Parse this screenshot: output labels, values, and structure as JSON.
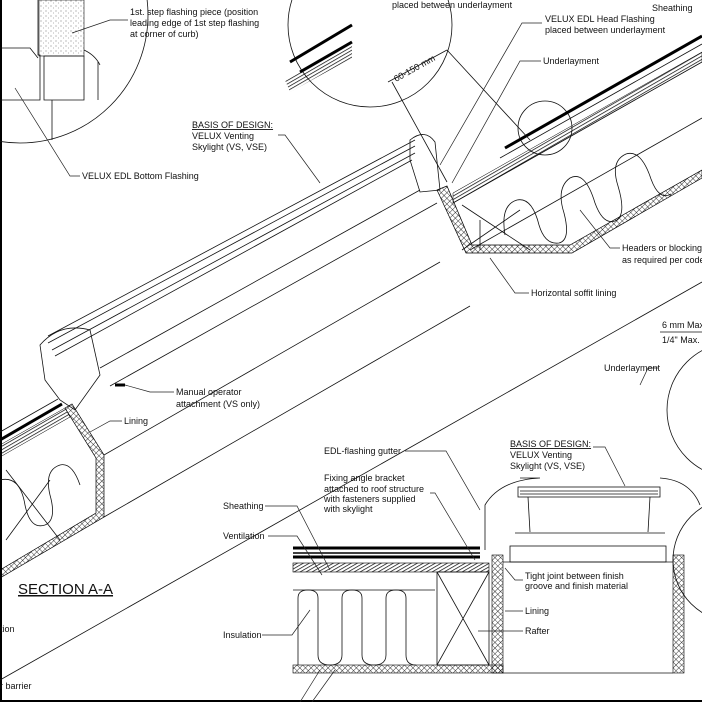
{
  "section_title": "SECTION A-A",
  "detail_top": {
    "step_flashing": [
      "1st. step flashing piece (position",
      "leading edge of 1st step flashing",
      "at corner of curb)"
    ],
    "bottom_flashing": "VELUX EDL Bottom Flashing",
    "placed_between_top": "placed between underlayment",
    "sheathing_partial": "Sheathing"
  },
  "section": {
    "basis": [
      "BASIS OF DESIGN:",
      "VELUX Venting",
      "Skylight (VS, VSE)"
    ],
    "head_flashing": [
      "VELUX EDL Head Flashing",
      "placed between underlayment"
    ],
    "dimension": "60-150 mm",
    "underlayment": "Underlayment",
    "headers": [
      "Headers or blocking",
      "as required per code"
    ],
    "soffit": "Horizontal soffit lining",
    "max_gap": [
      "6 mm Max.",
      "1/4\" Max."
    ],
    "underlayment_2": "Underlayment",
    "manual_operator": [
      "Manual operator",
      "attachment (VS only)"
    ],
    "lining": "Lining",
    "partial_left_1": "tion",
    "partial_left_2": "r barrier"
  },
  "flat_detail": {
    "gutter": "EDL-flashing gutter",
    "basis": [
      "BASIS OF DESIGN:",
      "VELUX Venting",
      "Skylight (VS, VSE)"
    ],
    "bracket": [
      "Fixing angle bracket",
      "attached to roof structure",
      "with fasteners supplied",
      "with skylight"
    ],
    "sheathing": "Sheathing",
    "ventilation": "Ventilation",
    "tight_joint": [
      "Tight joint between finish",
      "groove and finish material"
    ],
    "lining": "Lining",
    "rafter": "Rafter",
    "insulation": "Insulation"
  }
}
